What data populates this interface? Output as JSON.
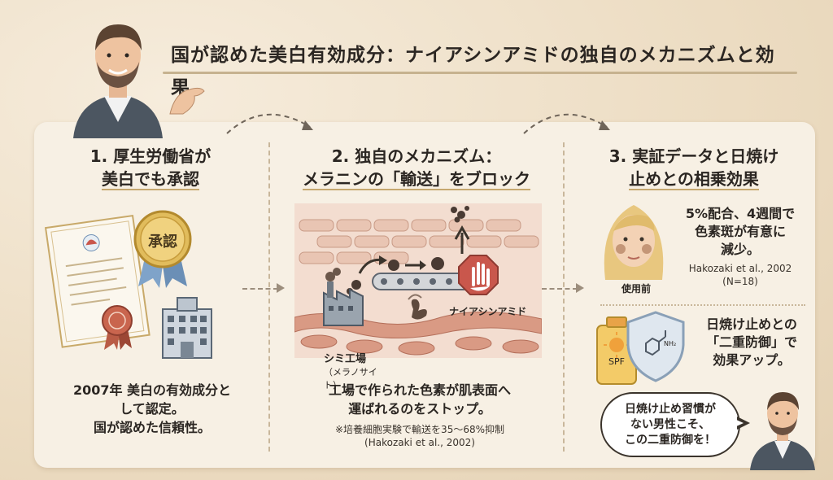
{
  "title": "国が認めた美白有効成分：ナイアシンアミドの独自のメカニズムと効果",
  "section1": {
    "heading_line1": "1. 厚生労働省が",
    "heading_line2": "美白でも承認",
    "badge": "承認",
    "body_line1": "2007年 美白の有効成分と",
    "body_line2": "して認定。",
    "body_line3": "国が認めた信頼性。"
  },
  "section2": {
    "heading_line1": "2. 独自のメカニズム：",
    "heading_line2": "メラニンの「輸送」をブロック",
    "factory_label_line1": "シミ工場",
    "factory_label_line2": "（メラノサイト）",
    "niacinamide_label": "ナイアシンアミド",
    "body_line1": "工場で作られた色素が肌表面へ",
    "body_line2": "運ばれるのをストップ。",
    "note_line1": "※培養細胞実験で輸送を35〜68%抑制",
    "note_line2": "(Hakozaki et al., 2002)"
  },
  "section3": {
    "heading_line1": "3. 実証データと日焼け",
    "heading_line2": "止めとの相乗効果",
    "before_label": "使用前",
    "result_line1": "5%配合、4週間で",
    "result_line2": "色素斑が有意に",
    "result_line3": "減少。",
    "citation_line1": "Hakozaki et al., 2002",
    "citation_line2": "(N=18)",
    "sunscreen_label": "SPF",
    "molecule_label": "NH₂",
    "synergy_line1": "日焼け止めとの",
    "synergy_line2": "「二重防御」で",
    "synergy_line3": "効果アップ。",
    "bubble_line1": "日焼け止め習慣が",
    "bubble_line2": "ない男性こそ、",
    "bubble_line3": "この二重防御を！"
  },
  "colors": {
    "background": "#efe3cf",
    "panel": "#f7f0e4",
    "accent_gold": "#d9b24c",
    "stop_red": "#c9574c",
    "shield_blue": "#9fb3c8",
    "melanin": "#4a3b33"
  }
}
